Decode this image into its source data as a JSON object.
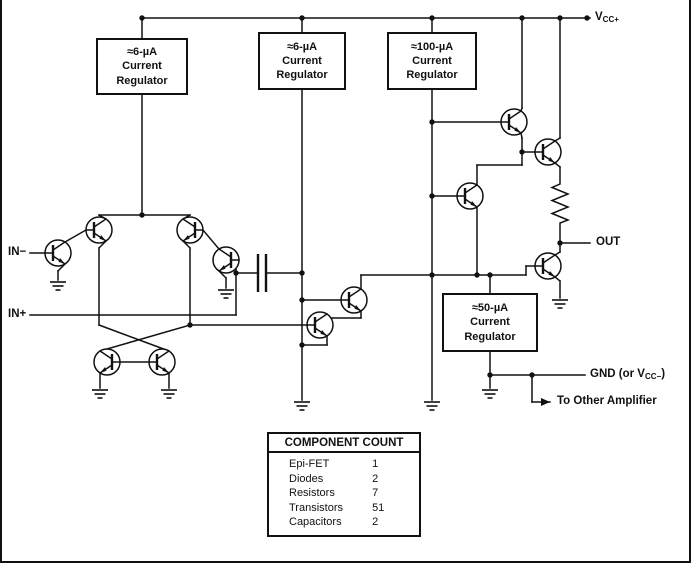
{
  "labels": {
    "vcc": {
      "main": "V",
      "sub": "CC+"
    },
    "in_minus": "IN−",
    "in_plus": "IN+",
    "out": "OUT",
    "gnd": {
      "pre": "GND (or V",
      "sub": "CC−",
      "post": ")"
    },
    "to_other_amplifier": "To Other Amplifier"
  },
  "regulators": [
    {
      "text": "≈6-µA\nCurrent\nRegulator"
    },
    {
      "text": "≈6-µA\nCurrent\nRegulator"
    },
    {
      "text": "≈100-µA\nCurrent\nRegulator"
    },
    {
      "text": "≈50-µA\nCurrent\nRegulator"
    }
  ],
  "component_count": {
    "title": "COMPONENT COUNT",
    "rows": [
      {
        "name": "Epi-FET",
        "count": "1"
      },
      {
        "name": "Diodes",
        "count": "2"
      },
      {
        "name": "Resistors",
        "count": "7"
      },
      {
        "name": "Transistors",
        "count": "51"
      },
      {
        "name": "Capacitors",
        "count": "2"
      }
    ]
  },
  "colors": {
    "ink": "#111111",
    "background": "#ffffff"
  }
}
